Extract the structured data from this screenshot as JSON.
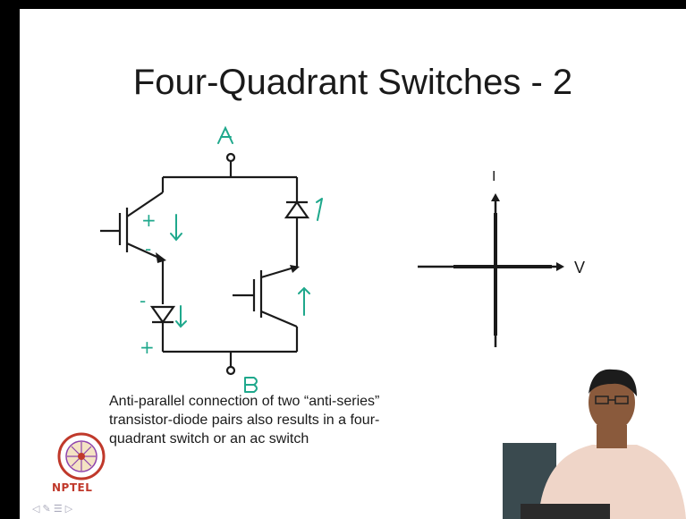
{
  "slide": {
    "title": "Four-Quadrant Switches - 2",
    "caption_lines": [
      "Anti-parallel connection of two “anti-series”",
      "transistor-diode pairs also results in a four-",
      "quadrant switch or an ac switch"
    ]
  },
  "circuit": {
    "node_top": "A",
    "node_bottom": "B",
    "annotations": {
      "plus_upper": "+",
      "minus_upper": "-",
      "minus_lower": "-",
      "plus_lower": "+"
    }
  },
  "quadrant_axes": {
    "x_label": "V",
    "y_label": "I"
  },
  "logo": {
    "text": "NPTEL"
  },
  "colors": {
    "ink": "#1a1a1a",
    "annotation": "#1fa88c",
    "background": "#ffffff"
  }
}
